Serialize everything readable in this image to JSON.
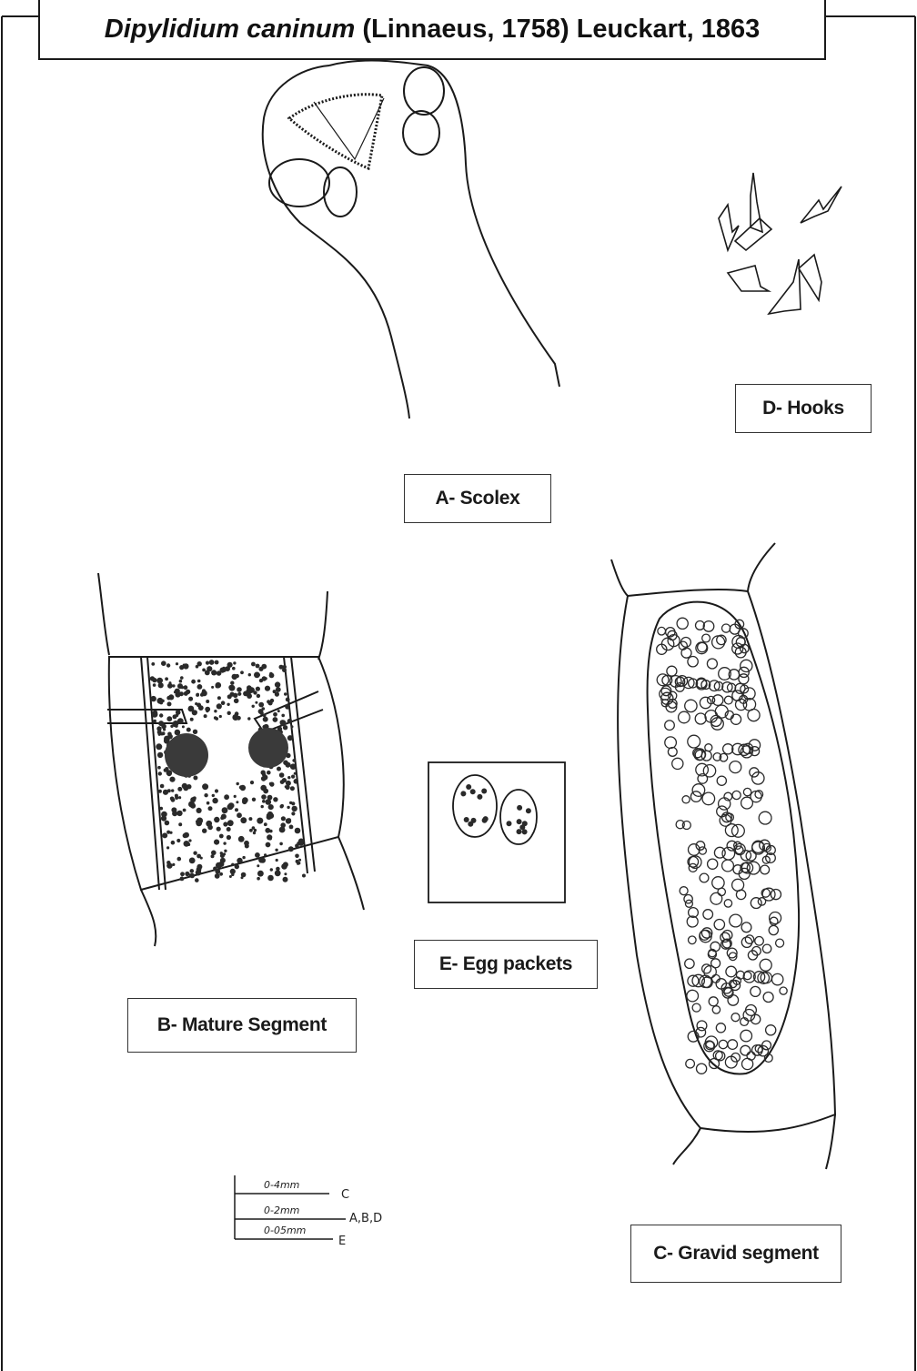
{
  "title": {
    "species": "Dipylidium caninum",
    "authority": "(Linnaeus, 1758) Leuckart, 1863"
  },
  "panels": {
    "scolex": "A- Scolex",
    "hooks": "D- Hooks",
    "mature": "B- Mature Segment",
    "eggs": "E- Egg packets",
    "gravid": "C- Gravid segment"
  },
  "scale_bars": [
    {
      "value": "0-4mm",
      "target": "C"
    },
    {
      "value": "0-2mm",
      "target": "A,B,D"
    },
    {
      "value": "0-05mm",
      "target": "E"
    }
  ],
  "colors": {
    "ink": "#1a1a1a",
    "background": "#ffffff"
  }
}
